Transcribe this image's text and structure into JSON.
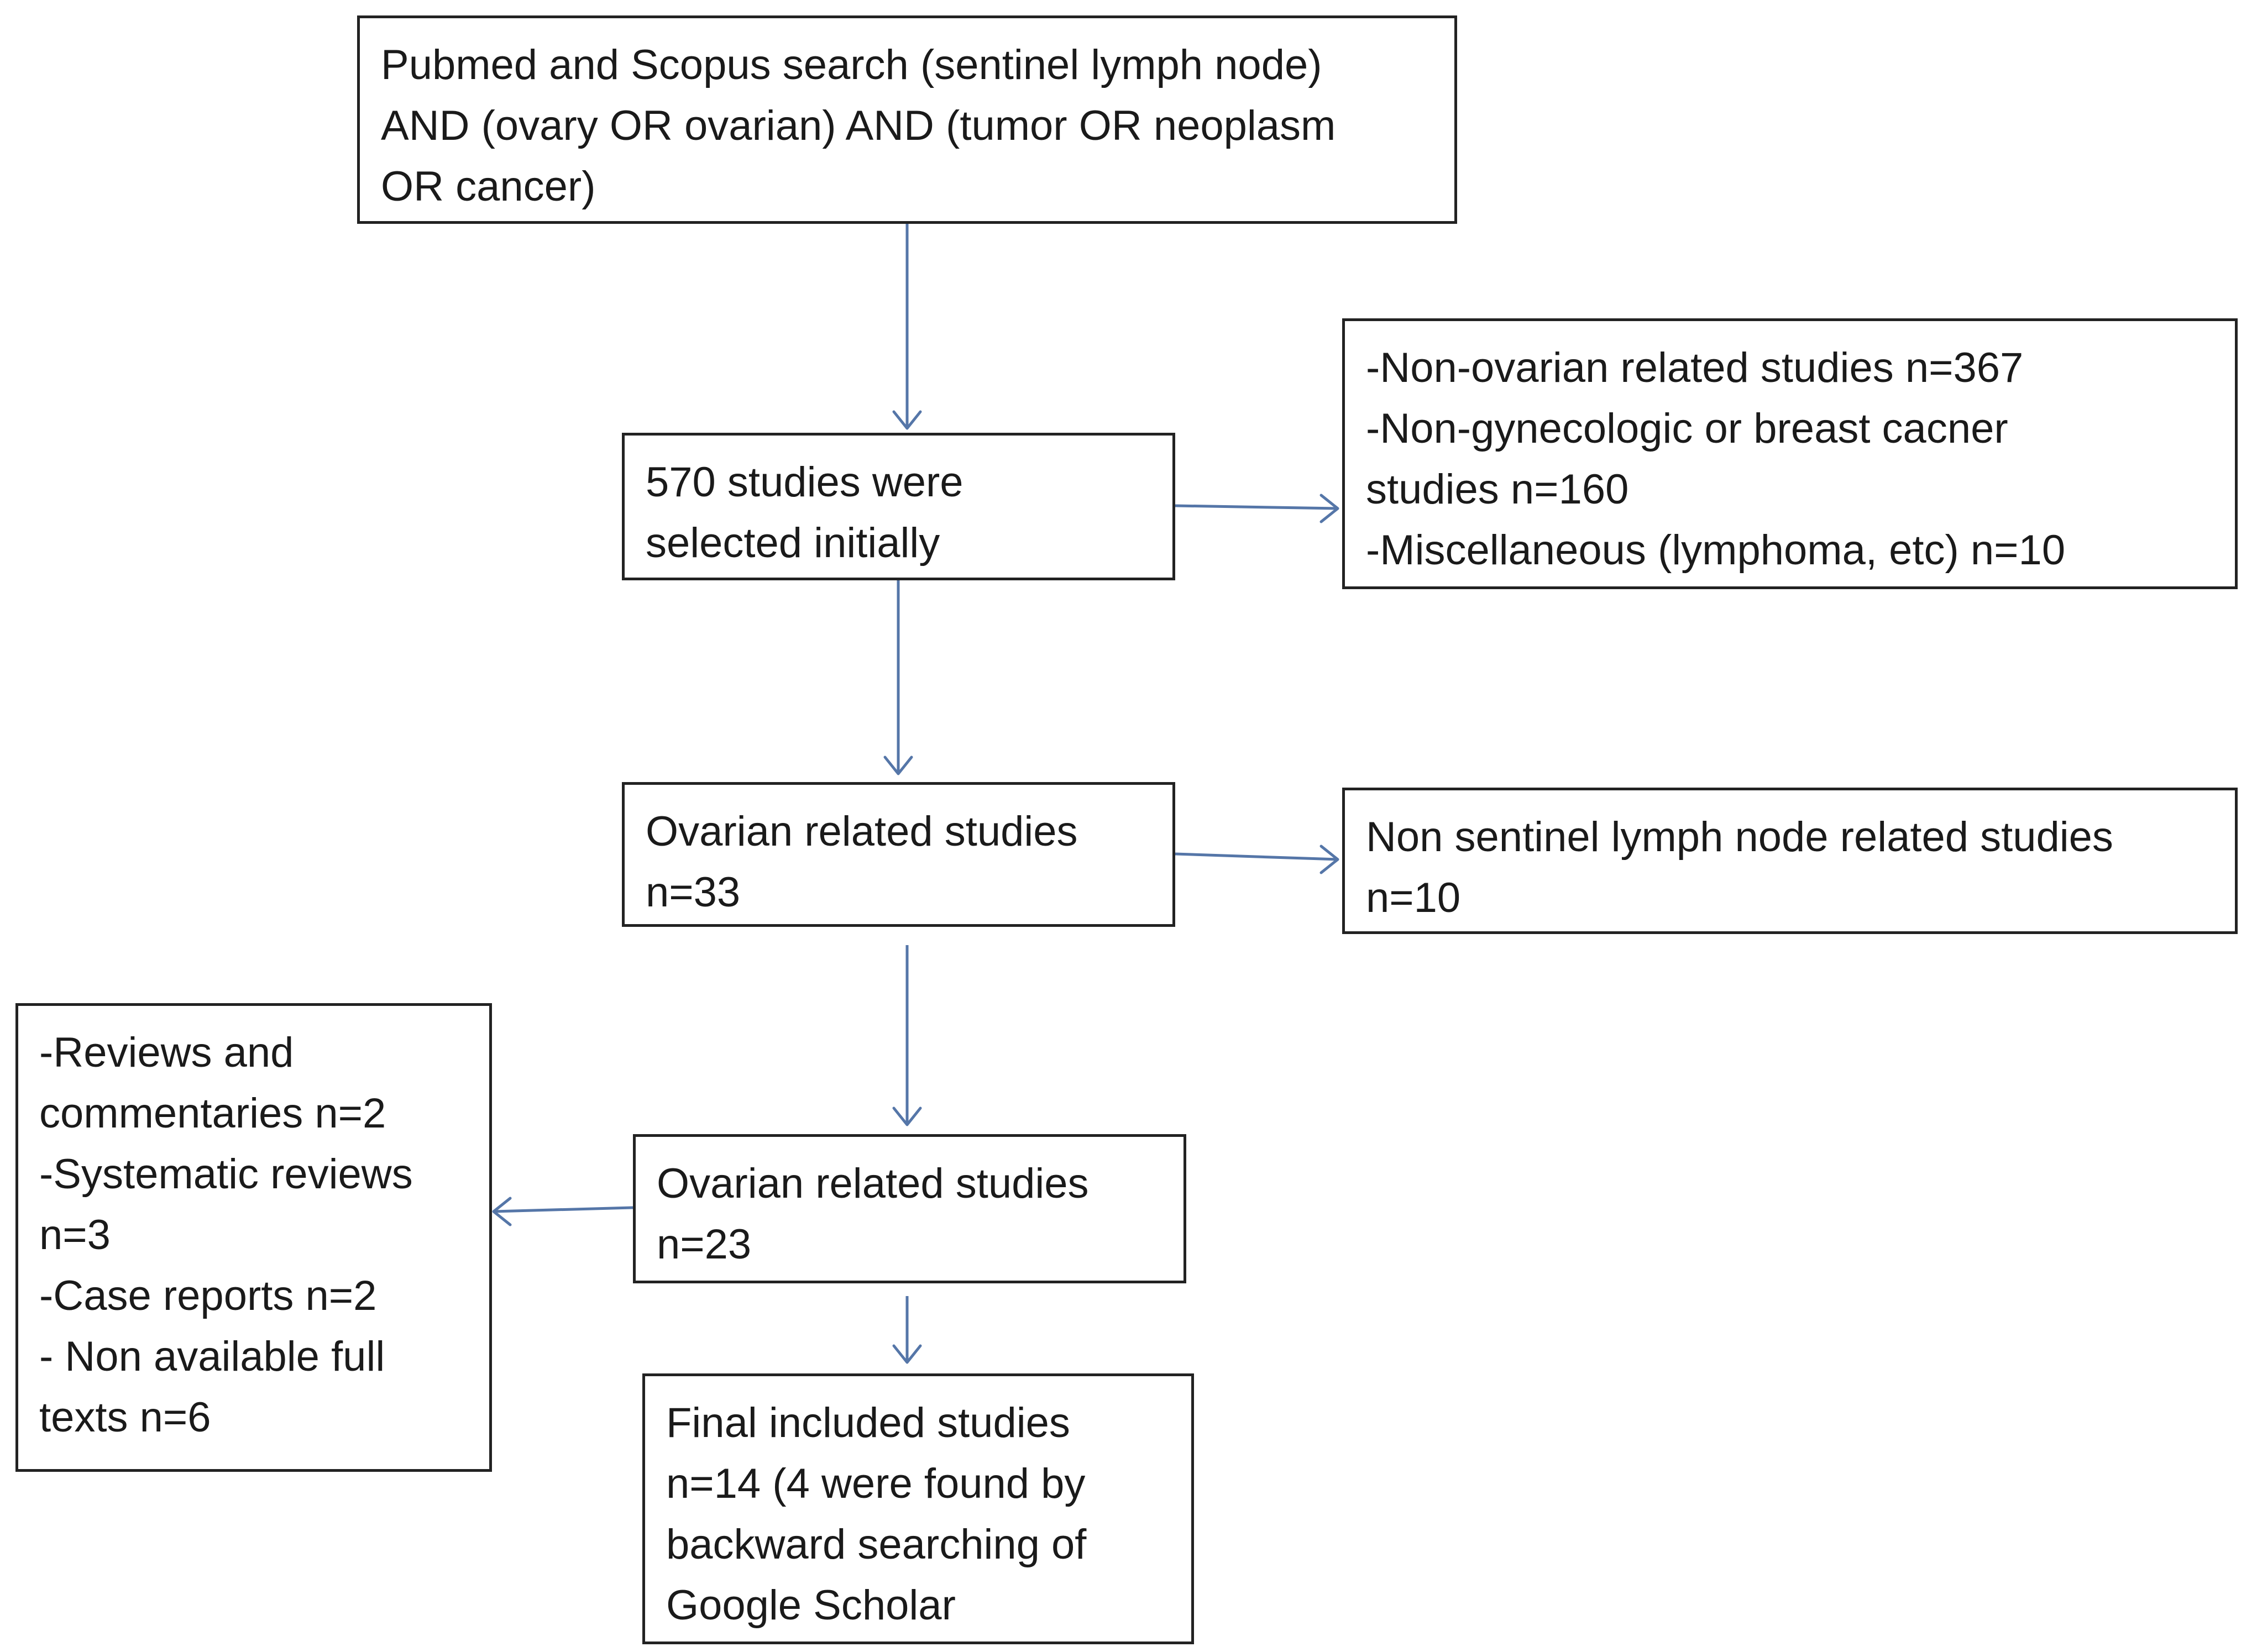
{
  "flowchart": {
    "search_box": {
      "lines": [
        "Pubmed and Scopus search (sentinel lymph node)",
        "AND (ovary OR ovarian) AND (tumor OR neoplasm",
        "OR cancer)"
      ]
    },
    "initial_box": {
      "lines": [
        "570 studies were",
        "selected initially"
      ]
    },
    "excluded_1_box": {
      "lines": [
        "-Non-ovarian related studies n=367",
        "-Non-gynecologic or breast cacner",
        "studies n=160",
        "-Miscellaneous (lymphoma, etc) n=10"
      ]
    },
    "ovarian_33_box": {
      "lines": [
        "Ovarian related studies",
        "n=33"
      ]
    },
    "excluded_2_box": {
      "lines": [
        "Non sentinel lymph node related studies",
        "n=10"
      ]
    },
    "ovarian_23_box": {
      "lines": [
        "Ovarian related studies",
        "n=23"
      ]
    },
    "excluded_3_box": {
      "lines": [
        "-Reviews and",
        "commentaries n=2",
        "-Systematic reviews",
        "n=3",
        "-Case reports n=2",
        "- Non available full",
        "texts n=6"
      ]
    },
    "final_box": {
      "lines": [
        "Final included studies",
        "n=14 (4 were found by",
        "backward searching of",
        "Google Scholar"
      ]
    }
  },
  "colors": {
    "arrow": "#5576a8",
    "box_border": "#222222",
    "text": "#1a1a1a"
  }
}
